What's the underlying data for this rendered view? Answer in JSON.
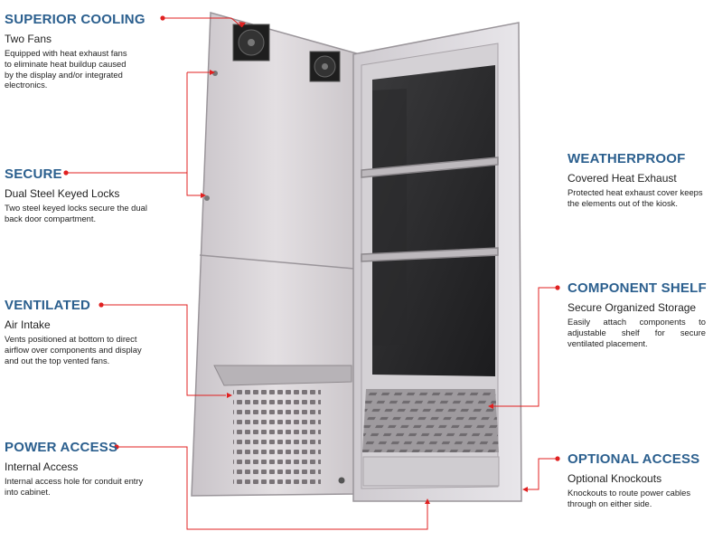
{
  "features": {
    "superior_cooling": {
      "title": "SUPERIOR COOLING",
      "subtitle": "Two Fans",
      "lines": [
        "Equipped with heat exhaust fans",
        "to eliminate heat buildup caused",
        "by the display and/or integrated",
        "electronics."
      ]
    },
    "secure": {
      "title": "SECURE",
      "subtitle": "Dual Steel Keyed Locks",
      "lines": [
        "Two steel keyed locks secure the dual",
        "back door compartment."
      ]
    },
    "ventilated": {
      "title": "VENTILATED",
      "subtitle": "Air Intake",
      "lines": [
        "Vents positioned at bottom to direct",
        "airflow over components and display",
        "and out the top vented fans."
      ]
    },
    "power_access": {
      "title": "POWER ACCESS",
      "subtitle": "Internal Access",
      "lines": [
        "Internal access hole for conduit entry",
        "into cabinet."
      ]
    },
    "weatherproof": {
      "title": "WEATHERPROOF",
      "subtitle": "Covered Heat Exhaust",
      "lines": [
        "Protected heat exhaust cover keeps",
        "the elements out of the kiosk."
      ]
    },
    "component_shelf": {
      "title": "COMPONENT SHELF",
      "subtitle": "Secure Organized Storage",
      "lines": [
        "Easily attach components to",
        "adjustable shelf for secure",
        "ventilated placement."
      ]
    },
    "optional_access": {
      "title": "OPTIONAL ACCESS",
      "subtitle": "Optional Knockouts",
      "lines": [
        "Knockouts to route power cables",
        "through on either side."
      ]
    }
  },
  "colors": {
    "heading": "#2b5f8e",
    "callout": "#e02020",
    "body_text": "#222222"
  }
}
